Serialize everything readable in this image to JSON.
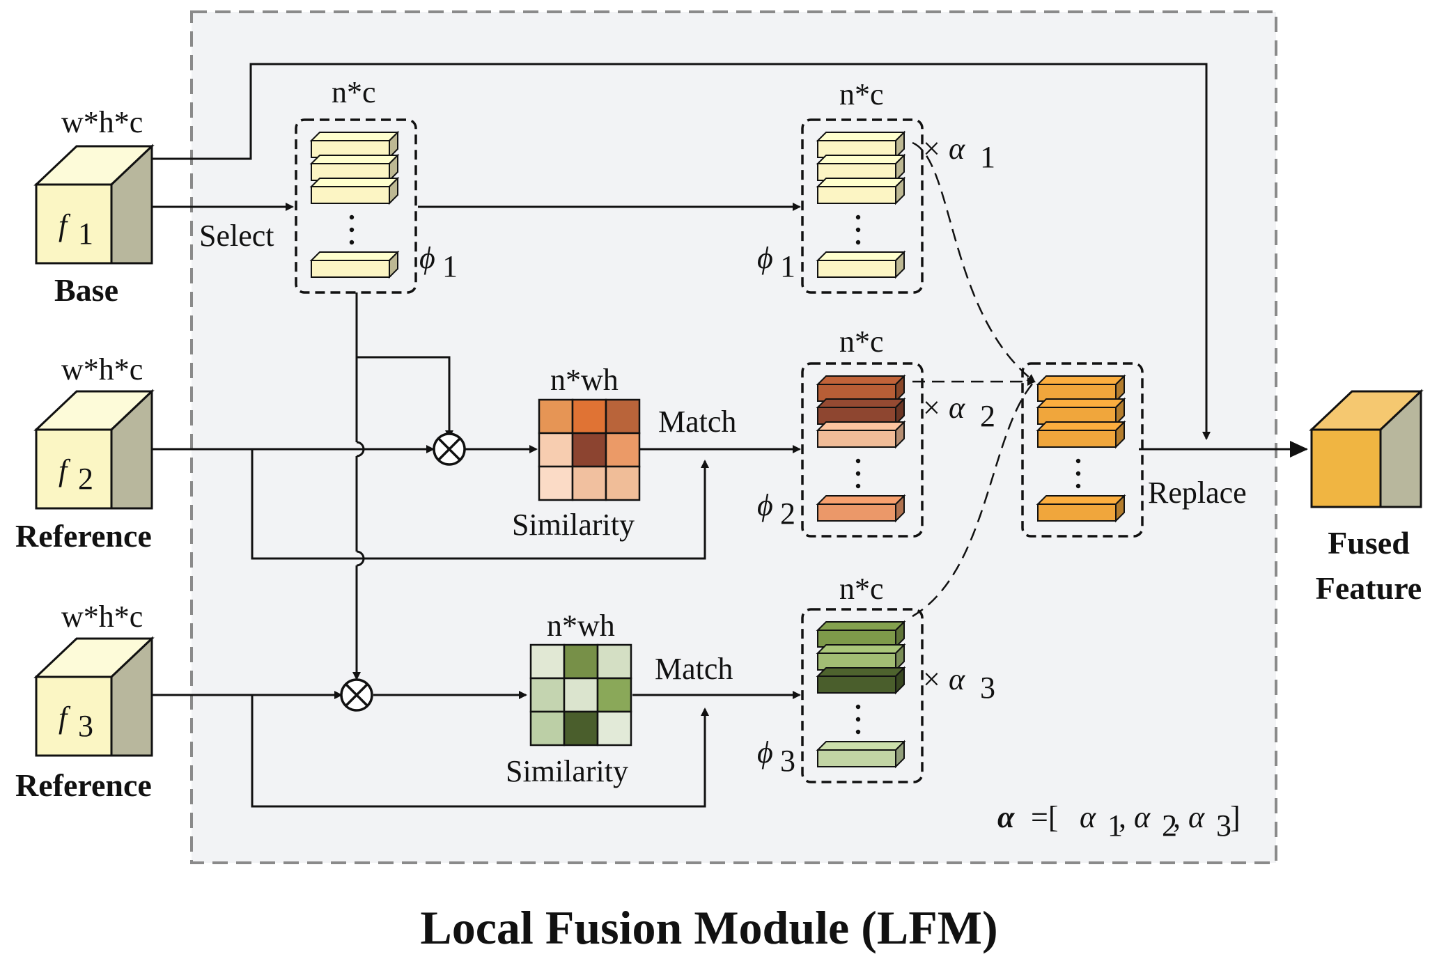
{
  "title": "Local Fusion Module (LFM)",
  "inputs": [
    {
      "dims": "w*h*c",
      "symbol": "f",
      "sub": "1",
      "caption": "Base"
    },
    {
      "dims": "w*h*c",
      "symbol": "f",
      "sub": "2",
      "caption": "Reference"
    },
    {
      "dims": "w*h*c",
      "symbol": "f",
      "sub": "3",
      "caption": "Reference"
    }
  ],
  "select_label": "Select",
  "stack_dims": "n*c",
  "similarity_dims": "n*wh",
  "match_label": "Match",
  "similarity_label": "Similarity",
  "replace_label": "Replace",
  "phi": {
    "symbol": "ϕ",
    "subs": [
      "1",
      "1",
      "2",
      "3"
    ]
  },
  "alpha": {
    "times": "×",
    "symbol": "α",
    "subs": [
      "1",
      "2",
      "3"
    ]
  },
  "formula": {
    "lhs": "α",
    "eq": "=[",
    "a": "α",
    "s1": "1",
    "s2": "2",
    "s3": "3",
    "comma": ",",
    "close": "]"
  },
  "output": {
    "line1": "Fused",
    "line2": "Feature"
  },
  "colors": {
    "cube_front": "#fbf6c4",
    "cube_side": "#b8b79d",
    "cube_top": "#fdfbd9",
    "fused_front": "#f0b542",
    "module_bg": "#f2f3f5",
    "base_bar": "#fcf5c4",
    "similarity_orange": [
      "#e69555",
      "#e07334",
      "#b9643a",
      "#f7cdb0",
      "#8c4430",
      "#eb9a67",
      "#fbdbc6",
      "#f1c09f",
      "#f0bd98"
    ],
    "similarity_green": [
      "#e1e8d4",
      "#779048",
      "#d4dfc4",
      "#c4d4b0",
      "#dbe4ce",
      "#8aa859",
      "#bccfa6",
      "#4a5e2c",
      "#e2ead8"
    ],
    "ref2_bars": [
      "#b85e36",
      "#8e4630",
      "#f1bc98",
      "#eb9869"
    ],
    "ref3_bars": [
      "#7e9a4a",
      "#a2bd74",
      "#4a5e2c",
      "#c2d4a4"
    ],
    "fused_bars": [
      "#f0a63c",
      "#f0a63c",
      "#f0a63c",
      "#f0a63c"
    ]
  }
}
